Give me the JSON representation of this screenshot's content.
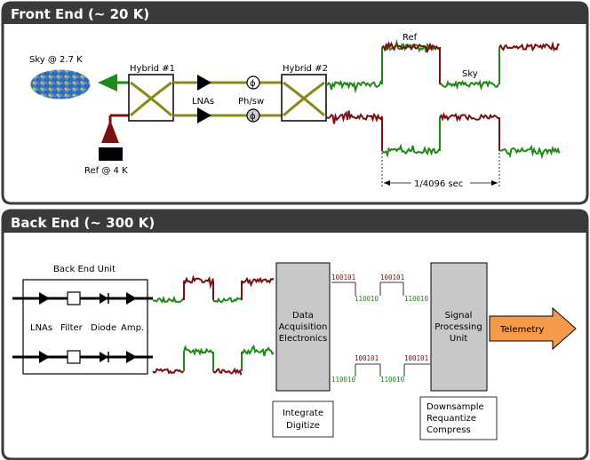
{
  "front_end": {
    "title": "Front End  (~ 20 K)",
    "sky_label": "Sky @ 2.7 K",
    "ref_label": "Ref @ 4 K",
    "hybrid1_label": "Hybrid #1",
    "hybrid2_label": "Hybrid #2",
    "lnas_label": "LNAs",
    "phsw_label": "Ph/sw",
    "phase_symbol": "ϕ",
    "ref_trace_label": "Ref",
    "sky_trace_label": "Sky",
    "period_label": "1/4096 sec"
  },
  "back_end": {
    "title": "Back End  (~ 300 K)",
    "unit_title": "Back End Unit",
    "chain_labels": [
      "LNAs",
      "Filter",
      "Diode",
      "Amp."
    ],
    "daq_label": [
      "Data",
      "Acquisition",
      "Electronics"
    ],
    "daq_note": [
      "Integrate",
      "Digitize"
    ],
    "spu_label": [
      "Signal",
      "Processing",
      "Unit"
    ],
    "spu_note": [
      "Downsample",
      "Requantize",
      "Compress"
    ],
    "telemetry_label": "Telemetry",
    "bits_high": "100101",
    "bits_low": "110010"
  },
  "colors": {
    "panel_header": "#3a3a3a",
    "green": "#1f8a1a",
    "dark_red": "#7a1010",
    "olive": "#8a8a1c",
    "gray_box": "#c8c8c8",
    "telemetry": "#f59a4a"
  }
}
